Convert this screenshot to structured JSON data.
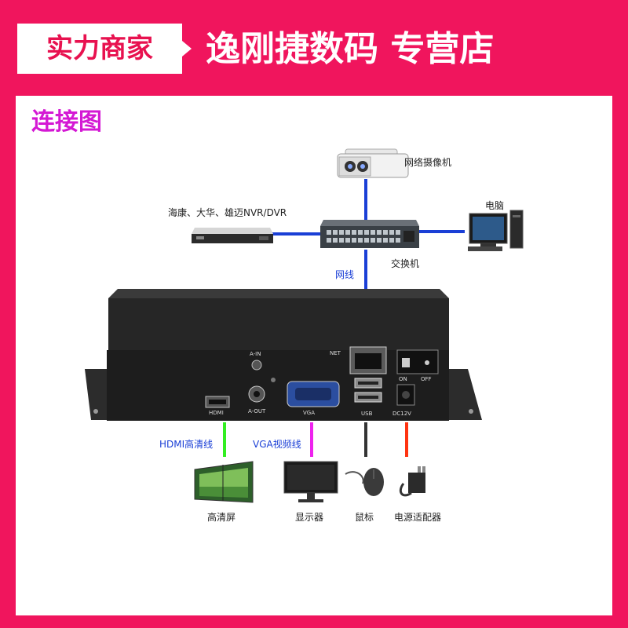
{
  "banner": {
    "badge": "实力商家",
    "store_name": "逸刚捷数码 专营店",
    "bg_color": "#f0155d"
  },
  "section_title": "连接图",
  "devices": {
    "camera": "网络摄像机",
    "nvr": "海康、大华、雄迈NVR/DVR",
    "pc": "电脑",
    "switch": "交换机",
    "hdtv": "高清屏",
    "monitor": "显示器",
    "mouse": "鼠标",
    "power": "电源适配器"
  },
  "cables": {
    "network": "网线",
    "hdmi": "HDMI高清线",
    "vga": "VGA视频线"
  },
  "ports": {
    "hdmi": "HDMI",
    "a_in": "A-IN",
    "a_out": "A-OUT",
    "vga": "VGA",
    "net": "NET",
    "usb": "USB",
    "on": "ON",
    "off": "OFF",
    "dc": "DC12V"
  },
  "colors": {
    "network_cable": "#1a3fd6",
    "hdmi_cable": "#33ee22",
    "vga_cable": "#ee22ee",
    "usb_cable": "#333333",
    "power_cable": "#ff3311"
  }
}
